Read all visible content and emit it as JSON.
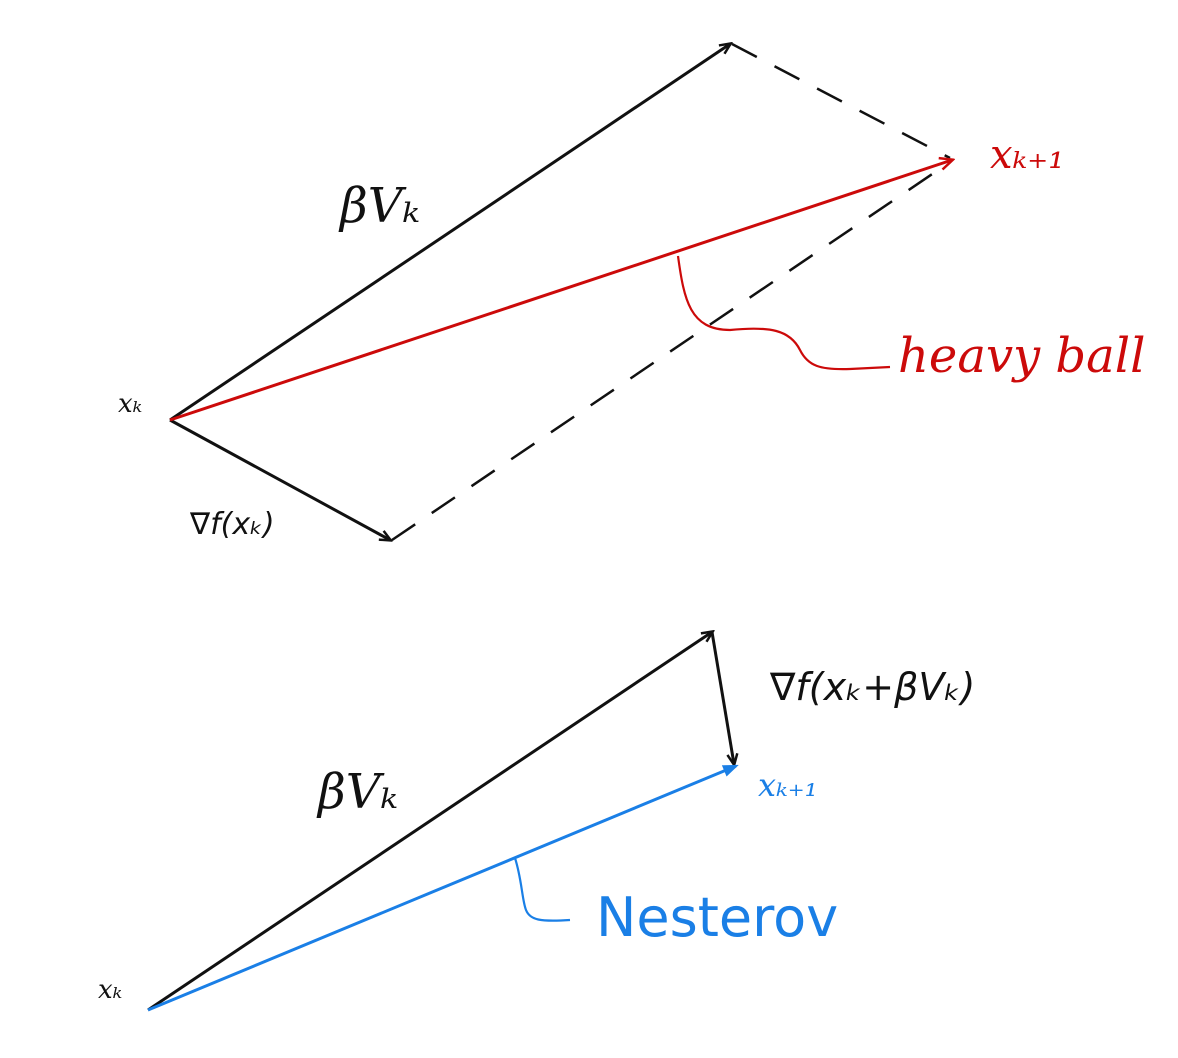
{
  "colors": {
    "ink": "#111111",
    "red": "#cc0a0a",
    "blue": "#1a7fe6"
  },
  "top": {
    "xk_label": "xₖ",
    "beta_v_label": "βVₖ",
    "grad_label": "∇f(xₖ)",
    "next_label": "xₖ₊₁",
    "method_label": "heavy ball"
  },
  "bottom": {
    "xk_label": "xₖ",
    "beta_v_label": "βVₖ",
    "grad_label": "∇f(xₖ+βVₖ)",
    "next_label": "xₖ₊₁",
    "method_label": "Nesterov"
  }
}
